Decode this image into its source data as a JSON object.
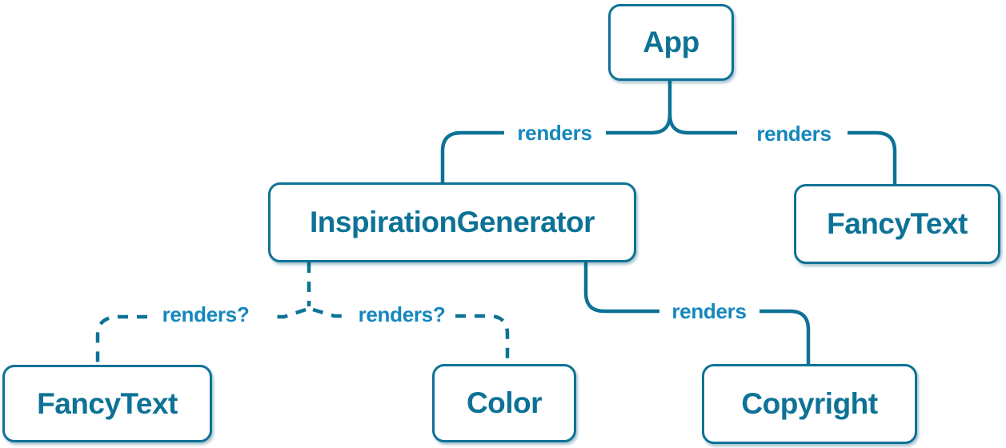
{
  "diagram": {
    "type": "component-render-tree",
    "background": "#ffffff",
    "colors": {
      "node_border": "#0d7296",
      "node_text": "#0d7296",
      "edge_stroke": "#0d7296",
      "edge_label_text": "#1487bd",
      "node_fill": "#ffffff"
    },
    "nodes": [
      {
        "id": "app",
        "label": "App"
      },
      {
        "id": "inspiration-generator",
        "label": "InspirationGenerator"
      },
      {
        "id": "fancy-text-top",
        "label": "FancyText"
      },
      {
        "id": "fancy-text-bottom",
        "label": "FancyText"
      },
      {
        "id": "color",
        "label": "Color"
      },
      {
        "id": "copyright",
        "label": "Copyright"
      }
    ],
    "edges": [
      {
        "from": "App",
        "to": "InspirationGenerator",
        "label": "renders",
        "style": "solid"
      },
      {
        "from": "App",
        "to": "FancyText",
        "label": "renders",
        "style": "solid"
      },
      {
        "from": "InspirationGenerator",
        "to": "FancyText",
        "label": "renders?",
        "style": "dashed"
      },
      {
        "from": "InspirationGenerator",
        "to": "Color",
        "label": "renders?",
        "style": "dashed"
      },
      {
        "from": "InspirationGenerator",
        "to": "Copyright",
        "label": "renders",
        "style": "solid"
      }
    ]
  }
}
